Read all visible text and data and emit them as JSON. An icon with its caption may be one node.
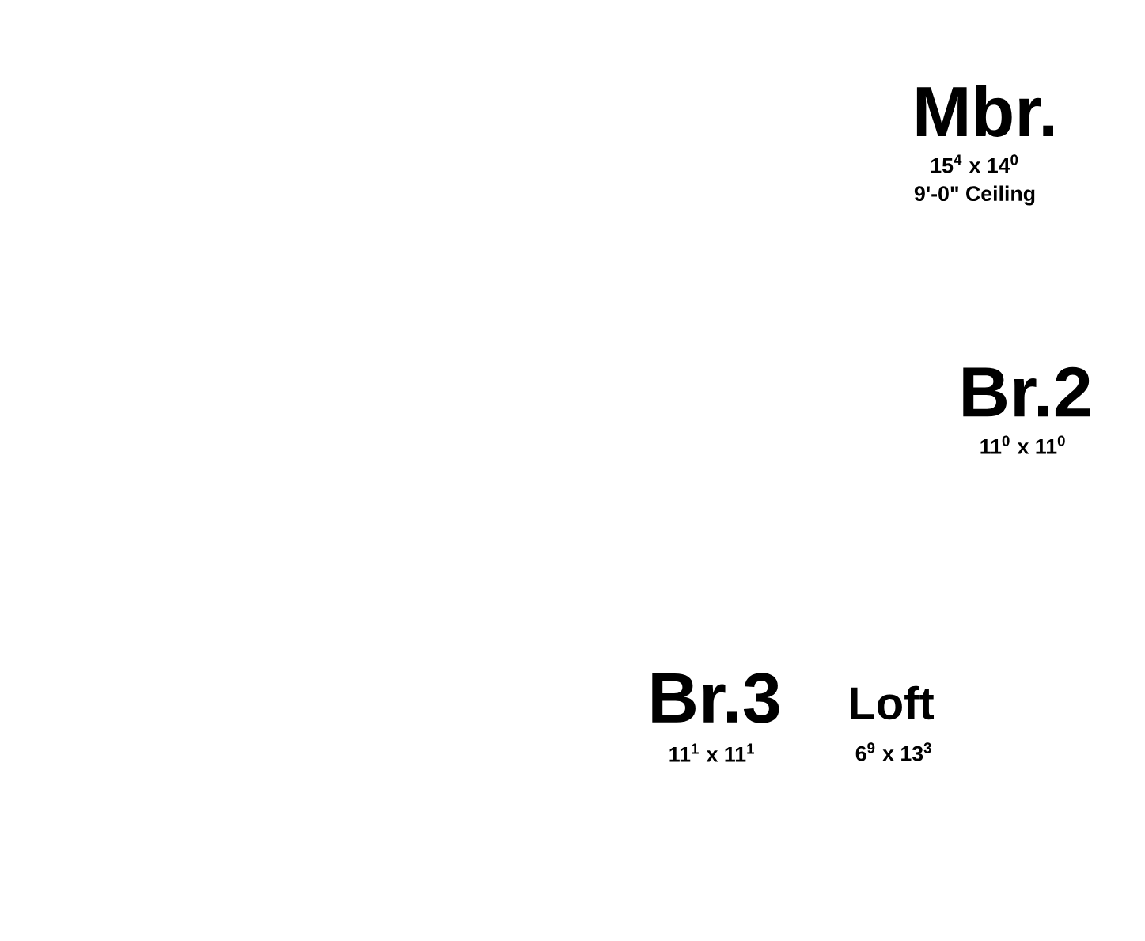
{
  "diagram": {
    "labels": [
      "Mbr.",
      "15$^{4}$ x 14$^{0}$",
      "9'-0\" Ceiling",
      "Br.2",
      "11$^{0}$ x 11$^{0}$",
      "Br.3",
      "11$^{1}$ x 11$^{1}$",
      "Loft",
      "6$^{9}$ x 13$^{3}$"
    ]
  }
}
